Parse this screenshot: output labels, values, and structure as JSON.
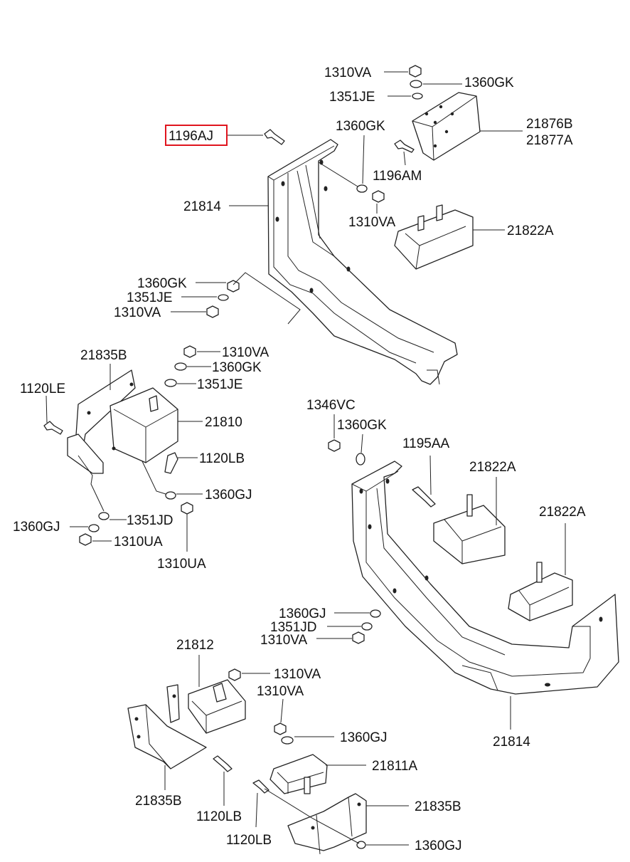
{
  "labels": {
    "l_1310VA_a": "1310VA",
    "l_1360GK_a": "1360GK",
    "l_1351JE_a": "1351JE",
    "l_21876B": "21876B",
    "l_21877A": "21877A",
    "l_1196AJ": "1196AJ",
    "l_1360GK_b": "1360GK",
    "l_1196AM": "1196AM",
    "l_21814_a": "21814",
    "l_1310VA_b": "1310VA",
    "l_21822A_a": "21822A",
    "l_1360GK_c": "1360GK",
    "l_1351JE_c": "1351JE",
    "l_1310VA_c": "1310VA",
    "l_21835B_a": "21835B",
    "l_1310VA_d": "1310VA",
    "l_1360GK_d": "1360GK",
    "l_1351JE_d": "1351JE",
    "l_1120LE": "1120LE",
    "l_21810": "21810",
    "l_1120LB_a": "1120LB",
    "l_1360GJ_a": "1360GJ",
    "l_1351JD_a": "1351JD",
    "l_1360GJ_b": "1360GJ",
    "l_1310UA_a": "1310UA",
    "l_1310UA_b": "1310UA",
    "l_1346VC": "1346VC",
    "l_1360GK_e": "1360GK",
    "l_1195AA": "1195AA",
    "l_21822A_b": "21822A",
    "l_21822A_c": "21822A",
    "l_1360GJ_c": "1360GJ",
    "l_1351JD_b": "1351JD",
    "l_1310VA_e": "1310VA",
    "l_21812": "21812",
    "l_1310VA_f": "1310VA",
    "l_1310VA_g": "1310VA",
    "l_1360GJ_d": "1360GJ",
    "l_21811A": "21811A",
    "l_21814_b": "21814",
    "l_21835B_b": "21835B",
    "l_1120LB_b": "1120LB",
    "l_21835B_c": "21835B",
    "l_1120LB_c": "1120LB",
    "l_1360GJ_e": "1360GJ"
  },
  "highlighted_part": "1196AJ",
  "colors": {
    "highlight": "#e0141e",
    "line": "#222222"
  }
}
